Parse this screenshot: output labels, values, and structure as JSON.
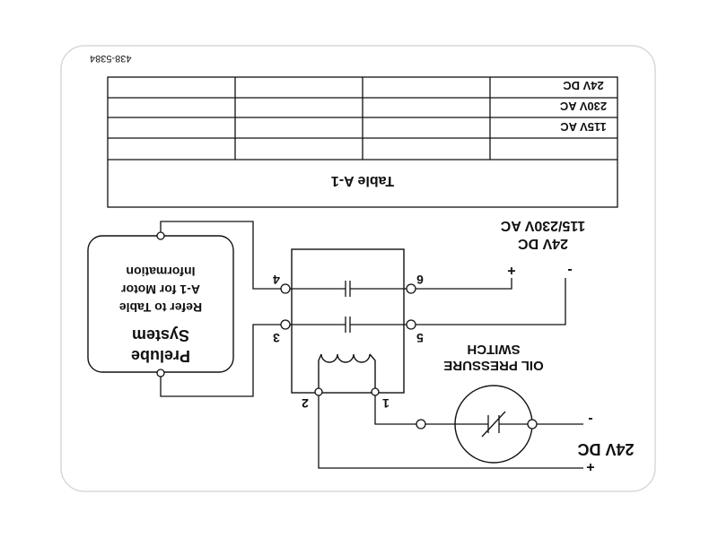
{
  "part_number": "438-5384",
  "table": {
    "title": "Table A-1",
    "rows": [
      [
        "24V DC",
        "",
        "",
        ""
      ],
      [
        "230V AC",
        "",
        "",
        ""
      ],
      [
        "115V AC",
        "",
        "",
        ""
      ],
      [
        "",
        "",
        "",
        ""
      ]
    ]
  },
  "prelube": {
    "title_line1": "Prelube",
    "title_line2": "System",
    "note_line1": "Refer to Table",
    "note_line2": "A-1 for Motor",
    "note_line3": "Information"
  },
  "terminals": {
    "t1": "1",
    "t2": "2",
    "t3": "3",
    "t4": "4",
    "t5": "5",
    "t6": "6"
  },
  "supply_ac": {
    "line1": "115/230V AC",
    "line2": "24V DC",
    "plus": "+",
    "minus": "-"
  },
  "switch": {
    "line1": "OIL PRESSURE",
    "line2": "SWITCH"
  },
  "supply_dc": {
    "label": "24V DC",
    "plus": "+",
    "minus": "-"
  },
  "colors": {
    "ink": "#111111",
    "border": "#d8d8d8"
  }
}
